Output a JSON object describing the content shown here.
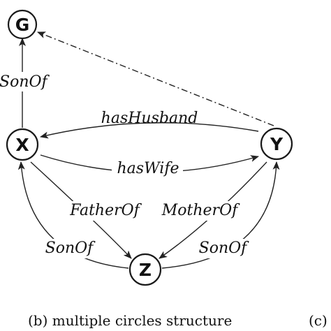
{
  "diagram": {
    "nodes": {
      "G": "G",
      "X": "X",
      "Y": "Y",
      "Z": "Z"
    },
    "edges": {
      "x_to_g": "SonOf",
      "y_to_x_top": "hasHusband",
      "x_to_y_mid": "hasWife",
      "x_to_z": "FatherOf",
      "y_to_z": "MotherOf",
      "z_to_x": "SonOf",
      "z_to_y": "SonOf"
    },
    "colors": {
      "stroke": "#1a1a1a",
      "background": "#ffffff"
    }
  },
  "captions": {
    "left": "(b) multiple circles structure",
    "right": "(c)"
  }
}
